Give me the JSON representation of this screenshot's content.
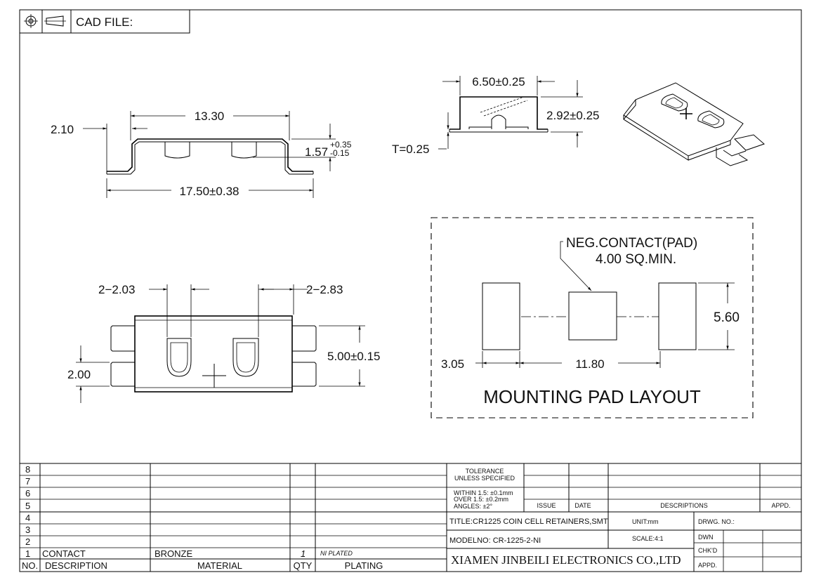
{
  "header": {
    "cad_file_label": "CAD FILE:"
  },
  "dimensions": {
    "side_width": "13.30",
    "side_height": "2.10",
    "side_total": "17.50±0.38",
    "side_bump": "1.57",
    "side_bump_tol_plus": "+0.35",
    "side_bump_tol_minus": "-0.15",
    "end_width": "6.50±0.25",
    "end_height": "2.92±0.25",
    "end_thickness": "T=0.25",
    "top_slot_left": "2−2.03",
    "top_slot_right": "2−2.83",
    "top_height": "5.00±0.15",
    "top_tab": "2.00"
  },
  "pad_layout": {
    "title": "MOUNTING PAD LAYOUT",
    "callout_line1": "NEG.CONTACT(PAD)",
    "callout_line2": "4.00  SQ.MIN.",
    "pad_width": "3.05",
    "pad_pitch": "11.80",
    "pad_height": "5.60"
  },
  "revisions": {
    "rows": [
      "8",
      "7",
      "6",
      "5",
      "4",
      "3",
      "2"
    ]
  },
  "bom": {
    "row_no": "1",
    "row_description": "CONTACT",
    "row_material": "BRONZE",
    "row_qty": "1",
    "row_plating": "NI PLATED",
    "header_no": "NO.",
    "header_description": "DESCRIPTION",
    "header_material": "MATERIAL",
    "header_qty": "QTY",
    "header_plating": "PLATING"
  },
  "title_block": {
    "tolerance_line1": "TOLERANCE",
    "tolerance_line2": "UNLESS  SPECIFIED",
    "within": "WITHIN  1.5: ±0.1mm",
    "over": "OVER  1.5:  ±0.2mm",
    "angles": "ANGLES: ±2°",
    "issue": "ISSUE",
    "date": "DATE",
    "descriptions": "DESCRIPTIONS",
    "appd_header": "APPD.",
    "title": "TITLE:CR1225  COIN  CELL  RETAINERS,SMT",
    "unit": "UNIT:mm",
    "drwg_no": "DRWG. NO.:",
    "model": "MODELNO: CR-1225-2-NI",
    "scale": "SCALE:4:1",
    "dwn": "DWN",
    "chkd": "CHK'D",
    "company": "XIAMEN JINBEILI ELECTRONICS CO.,LTD",
    "appd": "APPD."
  }
}
